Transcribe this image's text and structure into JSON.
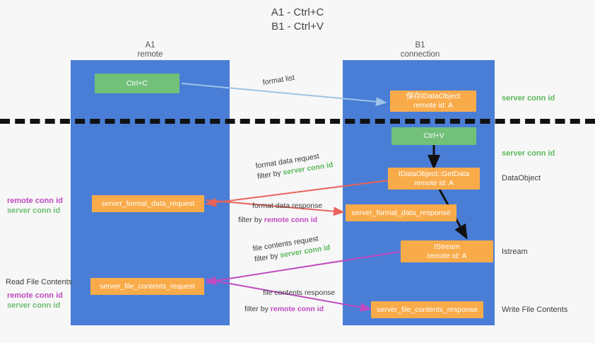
{
  "diagram": {
    "title_line1": "A1 - Ctrl+C",
    "title_line2": "B1 - Ctrl+V",
    "colors": {
      "lane": "#4a7ed6",
      "green_box": "#72c07a",
      "orange_box": "#f9ab4a",
      "server_conn_id": "#5cb85c",
      "remote_conn_id": "#c04ac0",
      "divider": "#111111",
      "arrow_blue": "#9dc3e6",
      "arrow_red": "#e8635a",
      "arrow_magenta": "#c04ac0",
      "arrow_black": "#111111"
    },
    "lanes": [
      {
        "name": "lane-a",
        "title": "A1",
        "subtitle": "remote"
      },
      {
        "name": "lane-b",
        "title": "B1",
        "subtitle": "connection"
      }
    ],
    "boxes": {
      "ctrl_c": {
        "line1": "Ctrl+C",
        "line2": ""
      },
      "save_data_object": {
        "line1": "保存IDataObject",
        "line2": "remote id: A"
      },
      "ctrl_v": {
        "line1": "Ctrl+V",
        "line2": ""
      },
      "get_data": {
        "line1": "IDataObject::GetData",
        "line2": "remote id: A"
      },
      "server_format_data_request": {
        "line1": "server_format_data_request",
        "line2": ""
      },
      "server_format_data_response": {
        "line1": "server_format_data_response",
        "line2": ""
      },
      "istream": {
        "line1": "IStream",
        "line2": "remote id: A"
      },
      "server_file_contents_request": {
        "line1": "server_file_contents_request",
        "line2": ""
      },
      "server_file_contents_response": {
        "line1": "server_file_contents_response",
        "line2": ""
      }
    },
    "edge_labels": {
      "format_list": "format list",
      "format_data_request": "format data request",
      "format_data_request_filter_prefix": "filter by ",
      "format_data_request_filter_value": "server conn id",
      "format_data_response": "format data response",
      "format_data_response_filter_prefix": "filter by ",
      "format_data_response_filter_value": "remote conn id",
      "file_contents_request": "file contents request",
      "file_contents_request_filter_prefix": "filter by ",
      "file_contents_request_filter_value": "server conn id",
      "file_contents_response": "file contents response",
      "file_contents_response_filter_prefix": "filter by ",
      "file_contents_response_filter_value": "remote conn id"
    },
    "right_labels": {
      "server_conn_id_top": "server conn id",
      "server_conn_id_mid": "server conn id",
      "data_object": "DataObject",
      "istream": "Istream",
      "write_file_contents": "Write File Contents"
    },
    "left_labels": {
      "conn_pair_top_remote": "remote conn id",
      "conn_pair_top_server": "server conn id",
      "read_file_contents": "Read File Contents",
      "conn_pair_bottom_remote": "remote conn id",
      "conn_pair_bottom_server": "server conn id"
    }
  }
}
